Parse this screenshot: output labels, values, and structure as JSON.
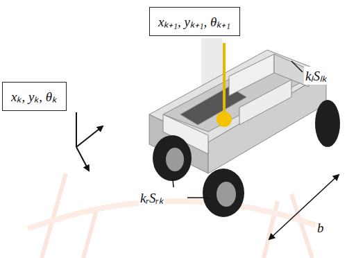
{
  "diagram": {
    "nodes": [
      {
        "text": [
          "xₖ, yₖ, θₖ"
        ]
      },
      {
        "text": [
          "xₖ₊₁, yₖ₊₁, θₖ₊₁"
        ]
      }
    ],
    "labels": [
      "kₗSₗₖ",
      "kᵣSᵣₖ",
      "b"
    ]
  }
}
